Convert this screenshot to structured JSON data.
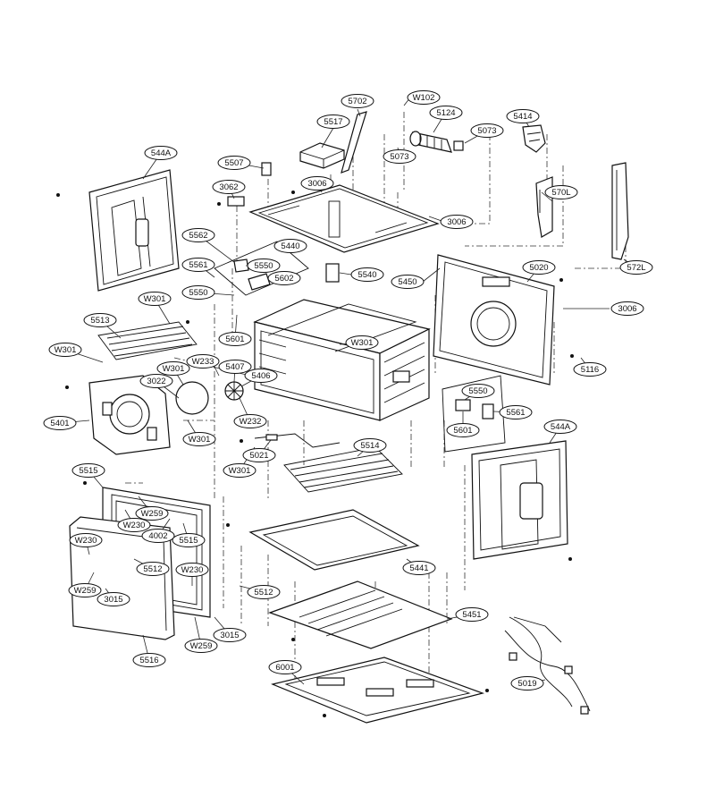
{
  "callouts": [
    {
      "label": "5702"
    },
    {
      "label": "W102"
    },
    {
      "label": "5517"
    },
    {
      "label": "5124"
    },
    {
      "label": "5414"
    },
    {
      "label": "5073"
    },
    {
      "label": "5073"
    },
    {
      "label": "544A"
    },
    {
      "label": "5507"
    },
    {
      "label": "3062"
    },
    {
      "label": "3006"
    },
    {
      "label": "3006"
    },
    {
      "label": "570L"
    },
    {
      "label": "572L"
    },
    {
      "label": "5562"
    },
    {
      "label": "5440"
    },
    {
      "label": "5561"
    },
    {
      "label": "5550"
    },
    {
      "label": "5602"
    },
    {
      "label": "5540"
    },
    {
      "label": "5450"
    },
    {
      "label": "5020"
    },
    {
      "label": "5550"
    },
    {
      "label": "W301"
    },
    {
      "label": "3006"
    },
    {
      "label": "5513"
    },
    {
      "label": "5601"
    },
    {
      "label": "W301"
    },
    {
      "label": "W301"
    },
    {
      "label": "W233"
    },
    {
      "label": "5407"
    },
    {
      "label": "5116"
    },
    {
      "label": "W301"
    },
    {
      "label": "3022"
    },
    {
      "label": "5406"
    },
    {
      "label": "5550"
    },
    {
      "label": "5401"
    },
    {
      "label": "W232"
    },
    {
      "label": "5561"
    },
    {
      "label": "5601"
    },
    {
      "label": "W301"
    },
    {
      "label": "544A"
    },
    {
      "label": "5021"
    },
    {
      "label": "5514"
    },
    {
      "label": "W301"
    },
    {
      "label": "5515"
    },
    {
      "label": "W259"
    },
    {
      "label": "W230"
    },
    {
      "label": "4002"
    },
    {
      "label": "5515"
    },
    {
      "label": "W230"
    },
    {
      "label": "5512"
    },
    {
      "label": "W230"
    },
    {
      "label": "5441"
    },
    {
      "label": "W259"
    },
    {
      "label": "3015"
    },
    {
      "label": "5512"
    },
    {
      "label": "3015"
    },
    {
      "label": "5451"
    },
    {
      "label": "W259"
    },
    {
      "label": "5516"
    },
    {
      "label": "6001"
    },
    {
      "label": "5019"
    }
  ]
}
